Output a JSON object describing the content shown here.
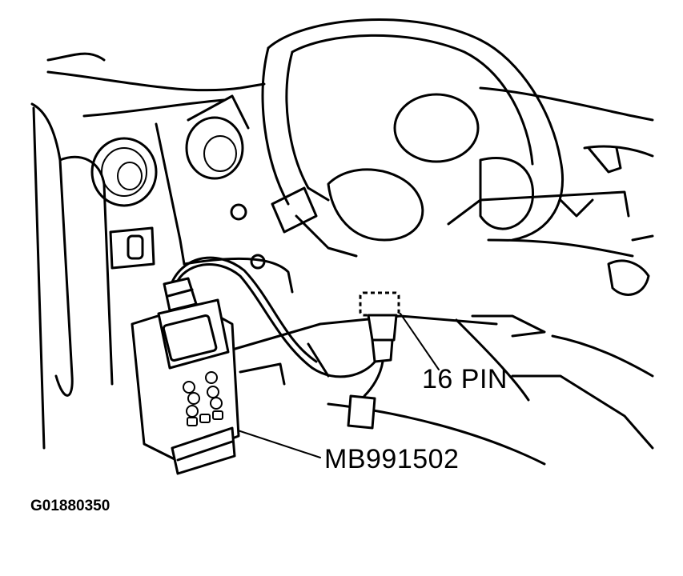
{
  "figure": {
    "id_text": "G01880350"
  },
  "callouts": {
    "connector_label": "16 PIN",
    "tool_label": "MB991502"
  },
  "colors": {
    "line": "#000000",
    "background": "#ffffff"
  }
}
